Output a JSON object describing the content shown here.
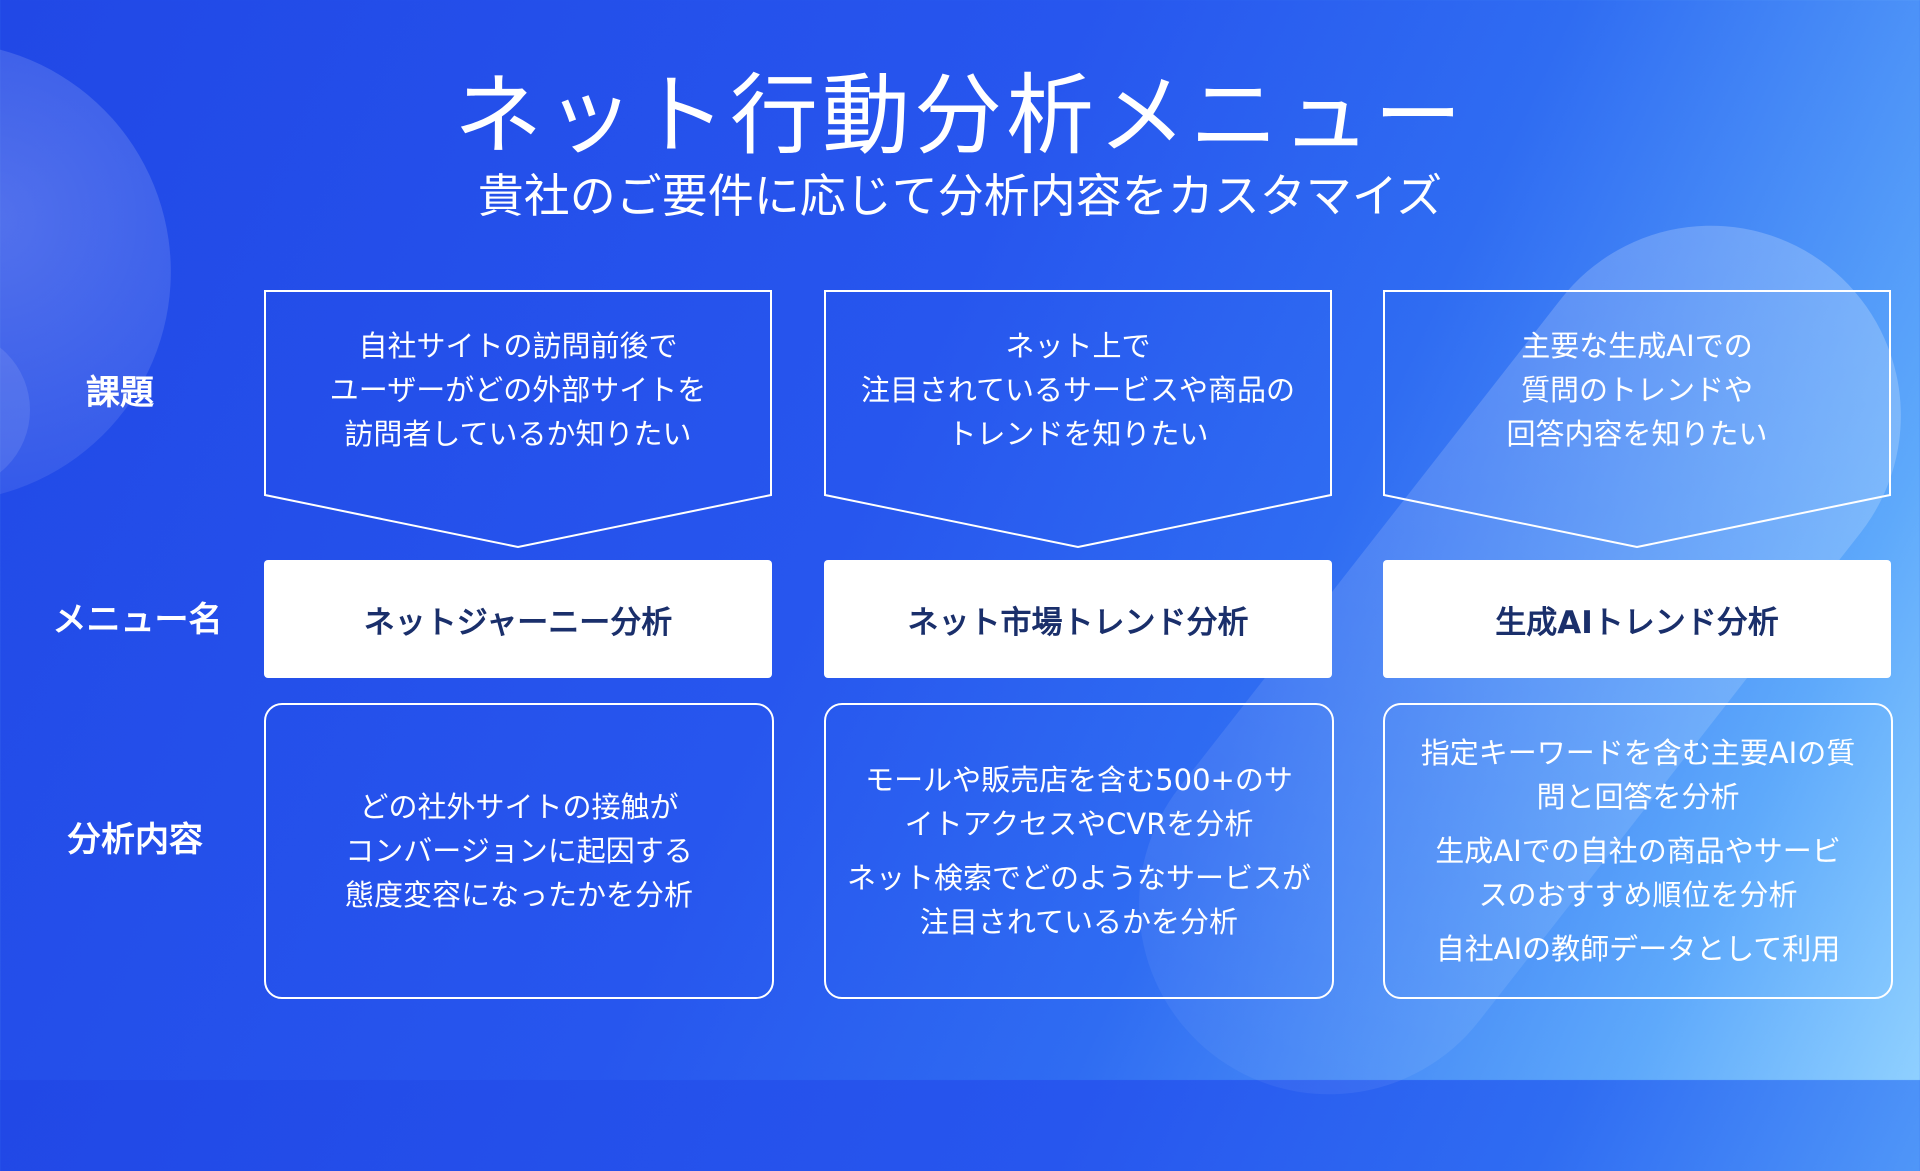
{
  "title": "ネット行動分析メニュー",
  "subtitle": "貴社のご要件に応じて分析内容をカスタマイズ",
  "row_labels": {
    "issue": "課題",
    "menu": "メニュー名",
    "content": "分析内容"
  },
  "columns": [
    {
      "issue_lines": [
        "自社サイトの訪問前後で",
        "ユーザーがどの外部サイトを",
        "訪問者しているか知りたい"
      ],
      "menu_name": "ネットジャーニー分析",
      "content": [
        "どの社外サイトの接触が\nコンバージョンに起因する\n態度変容になったかを分析"
      ]
    },
    {
      "issue_lines": [
        "ネット上で",
        "注目されているサービスや商品の",
        "トレンドを知りたい"
      ],
      "menu_name": "ネット市場トレンド分析",
      "content": [
        "モールや販売店を含む500+のサ\nイトアクセスやCVRを分析",
        "ネット検索でどのようなサービスが\n注目されているかを分析"
      ]
    },
    {
      "issue_lines": [
        "主要な生成AIでの",
        "質問のトレンドや",
        "回答内容を知りたい"
      ],
      "menu_name": "生成AIトレンド分析",
      "content": [
        "指定キーワードを含む主要AIの質\n問と回答を分析",
        "生成AIでの自社の商品やサービ\nスのおすすめ順位を分析",
        "自社AIの教師データとして利用"
      ]
    }
  ]
}
